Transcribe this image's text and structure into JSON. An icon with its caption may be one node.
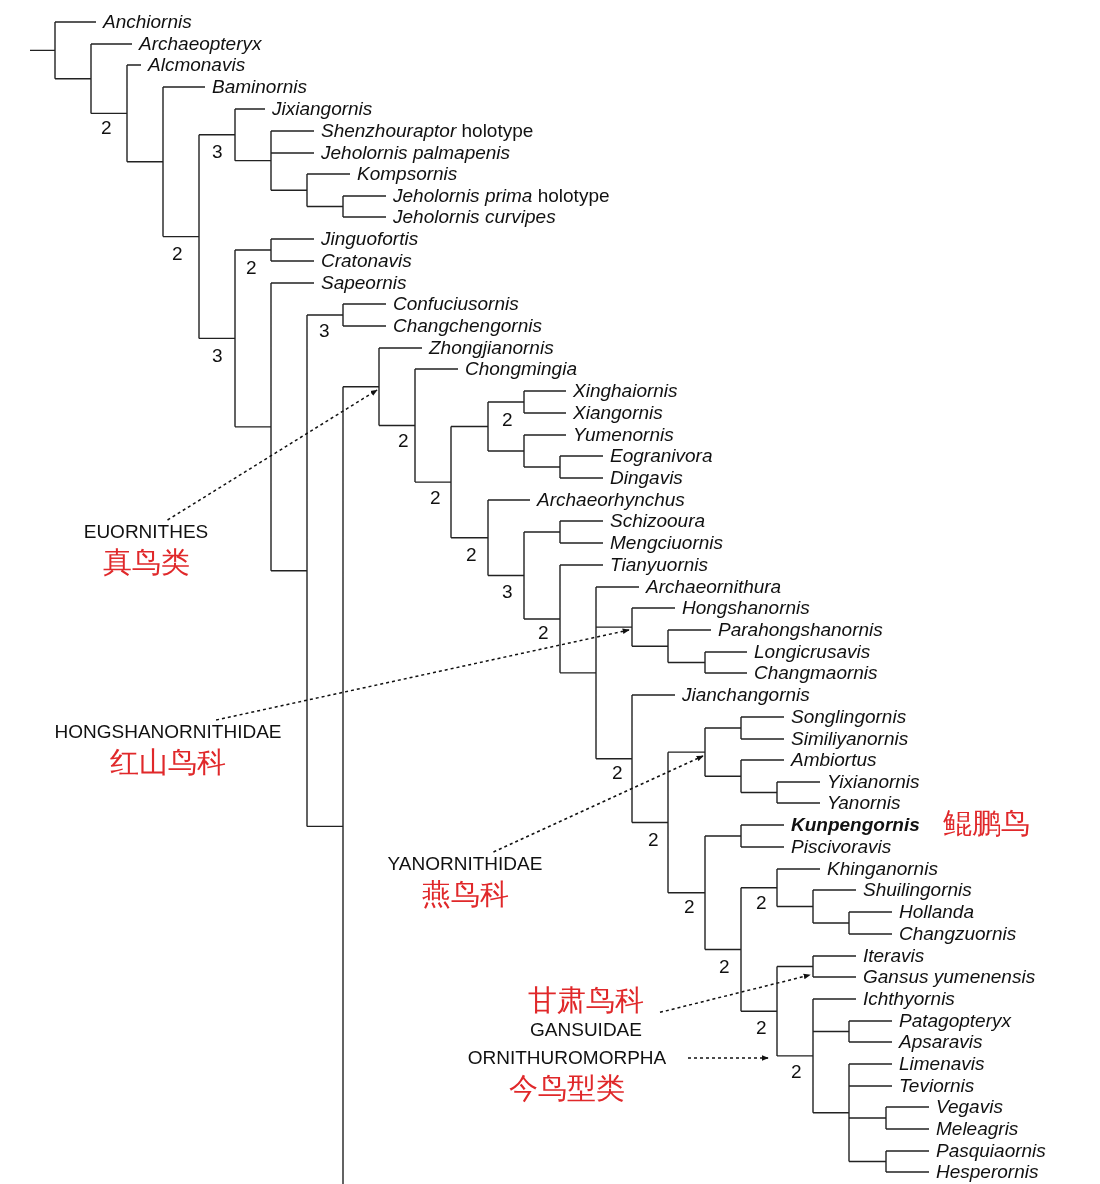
{
  "diagram": {
    "nodes": [
      {
        "text": [
          "EUORNITHES",
          "真鸟类"
        ]
      },
      {
        "text": [
          "HONGSHANORNITHIDAE",
          "红山鸟科"
        ]
      },
      {
        "text": [
          "YANORNITHIDAE",
          "燕鸟科"
        ]
      },
      {
        "text": [
          "甘肃鸟科",
          "GANSUIDAE"
        ]
      },
      {
        "text": [
          "ORNITHUROMORPHA",
          "今鸟型类"
        ]
      }
    ],
    "edges": [
      {
        "from": 0,
        "to": null,
        "arrow": "to",
        "style": "dashed"
      },
      {
        "from": 1,
        "to": null,
        "arrow": "to",
        "style": "dashed"
      },
      {
        "from": 2,
        "to": null,
        "arrow": "to",
        "style": "dashed"
      },
      {
        "from": 3,
        "to": null,
        "arrow": "to",
        "style": "dashed"
      },
      {
        "from": 4,
        "to": null,
        "arrow": "to",
        "style": "dashed"
      }
    ],
    "labels": [
      "Anchiornis",
      "Archaeopteryx",
      "Alcmonavis",
      "Baminornis",
      "Jixiangornis",
      "2",
      "*Shenzhouraptor* holotype",
      "3",
      "Jeholornis palmapenis",
      "Kompsornis",
      "*Jeholornis prima* holotype",
      "Jeholornis curvipes",
      "Jinguofortis",
      "2",
      "Cratonavis",
      "2",
      "Sapeornis",
      "Confuciusornis",
      "Changchengornis",
      "3",
      "Zhongjianornis",
      "3",
      "Chongmingia",
      "Xinghaiornis",
      "Xiangornis",
      "2",
      "Yumenornis",
      "2",
      "Eogranivora",
      "Dingavis",
      "2",
      "Archaeorhynchus",
      "Schizooura",
      "Mengciuornis",
      "2",
      "Tianyuornis",
      "Archaeornithura",
      "3",
      "Hongshanornis",
      "Parahongshanornis",
      "2",
      "Longicrusavis",
      "Changmaornis",
      "Jianchangornis",
      "Songlingornis",
      "Similiyanornis",
      "Ambiortus",
      "2",
      "Yixianornis",
      "Yanornis",
      "Kunpengornis",
      "鲲鹏鸟",
      "2",
      "Piscivoravis",
      "Khinganornis",
      "Shuilingornis",
      "2",
      "2",
      "Hollanda",
      "Changzuornis",
      "Iteravis",
      "2",
      "Gansus yumenensis",
      "Ichthyornis",
      "Patagopteryx",
      "2",
      "Apsaravis",
      "Limenavis",
      "2",
      "Teviornis",
      "Vegavis",
      "Meleagris",
      "Pasquiaornis",
      "Hesperornis"
    ]
  }
}
